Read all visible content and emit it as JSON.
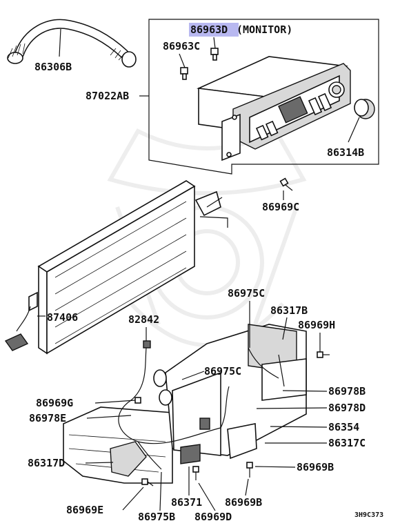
{
  "highlight_color": "#b8b8f0",
  "labels": {
    "monitor_part": "86963D",
    "monitor_note": "(MONITOR)",
    "monitor_screw": "86963C",
    "hose": "86306B",
    "control_panel": "87022AB",
    "knob": "86314B",
    "panel_screw": "86969C",
    "display_unit": "87406",
    "sensor": "82842",
    "harness_c": "86975C",
    "blower_b": "86317B",
    "screw_h": "86969H",
    "harness_c2": "86975C",
    "clip_b": "86978B",
    "clip_d": "86978D",
    "relay": "86354",
    "blower_c": "86317C",
    "screw_b": "86969B",
    "screw_g": "86969G",
    "clip_e": "86978E",
    "blower_d": "86317D",
    "screw_e": "86969E",
    "harness_b": "86975B",
    "resistor": "86371",
    "screw_d": "86969D",
    "screw_b2": "86969B",
    "diagram_code": "3H9C373"
  }
}
